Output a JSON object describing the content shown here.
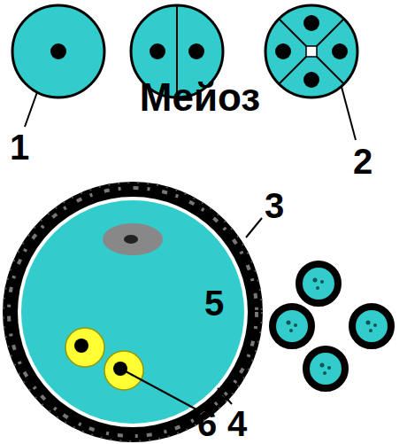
{
  "diagram": {
    "labels": [
      "Мейоз",
      "1",
      "2",
      "3",
      "5",
      "6",
      "4"
    ]
  }
}
